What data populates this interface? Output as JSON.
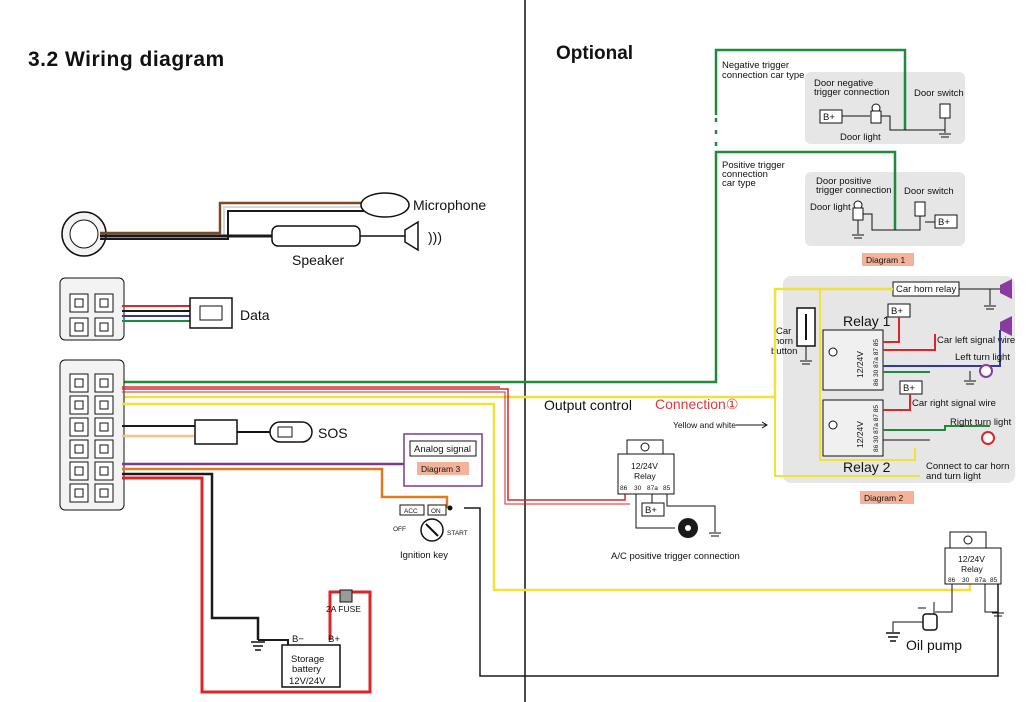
{
  "title": "3.2 Wiring diagram",
  "optional_title": "Optional",
  "labels": {
    "microphone": "Microphone",
    "speaker": "Speaker",
    "data": "Data",
    "sos": "SOS",
    "analog_signal": "Analog signal",
    "diagram3": "Diagram 3",
    "acc": "ACC",
    "on": "ON",
    "off": "OFF",
    "start": "START",
    "ignition_key": "Ignition key",
    "fuse": "2A FUSE",
    "b_minus": "B−",
    "b_plus_bat": "B+",
    "storage_battery_1": "Storage",
    "storage_battery_2": "battery",
    "battery_voltage": "12V/24V",
    "output_control": "Output control",
    "connection1": "Connection①",
    "yellow_white": "Yellow and white",
    "relay_1224": "12/24V",
    "relay": "Relay",
    "pins": [
      "86",
      "30",
      "87a",
      "85"
    ],
    "bplus": "B+",
    "ac_trigger": "A/C positive trigger connection",
    "oil_pump": "Oil pump",
    "neg_trigger_1": "Negative trigger",
    "neg_trigger_2": "connection car type",
    "door_neg_1": "Door negative",
    "door_neg_2": "trigger connection",
    "door_switch": "Door switch",
    "door_light": "Door light",
    "pos_trigger_1": "Positive trigger",
    "pos_trigger_2": "connection",
    "pos_trigger_3": "car type",
    "door_pos_1": "Door positive",
    "door_pos_2": "trigger connection",
    "diagram1": "Diagram 1",
    "car_horn_relay": "Car horn relay",
    "relay1": "Relay 1",
    "relay2": "Relay 2",
    "car_horn_1": "Car",
    "car_horn_2": "horn",
    "car_horn_3": "button",
    "car_left_signal": "Car left signal wire",
    "left_turn_light": "Left turn light",
    "car_right_signal": "Car right signal wire",
    "right_turn_light": "Right turn light",
    "connect_horn_1": "Connect to car horn",
    "connect_horn_2": "and turn light",
    "diagram2": "Diagram 2",
    "relay_pins_vertical": "86 30 87a 87 85"
  },
  "colors": {
    "red": "#d9262b",
    "black": "#1a1a1a",
    "green": "#1e8a3a",
    "yellow": "#f0e23a",
    "orange": "#e07a1a",
    "purple": "#7a3b8c",
    "blue": "#2f3a9a",
    "brown": "#7a4a22",
    "peach": "#f6c48a",
    "panel": "#e6e6e6",
    "diagram_tag": "#f2b39a"
  }
}
